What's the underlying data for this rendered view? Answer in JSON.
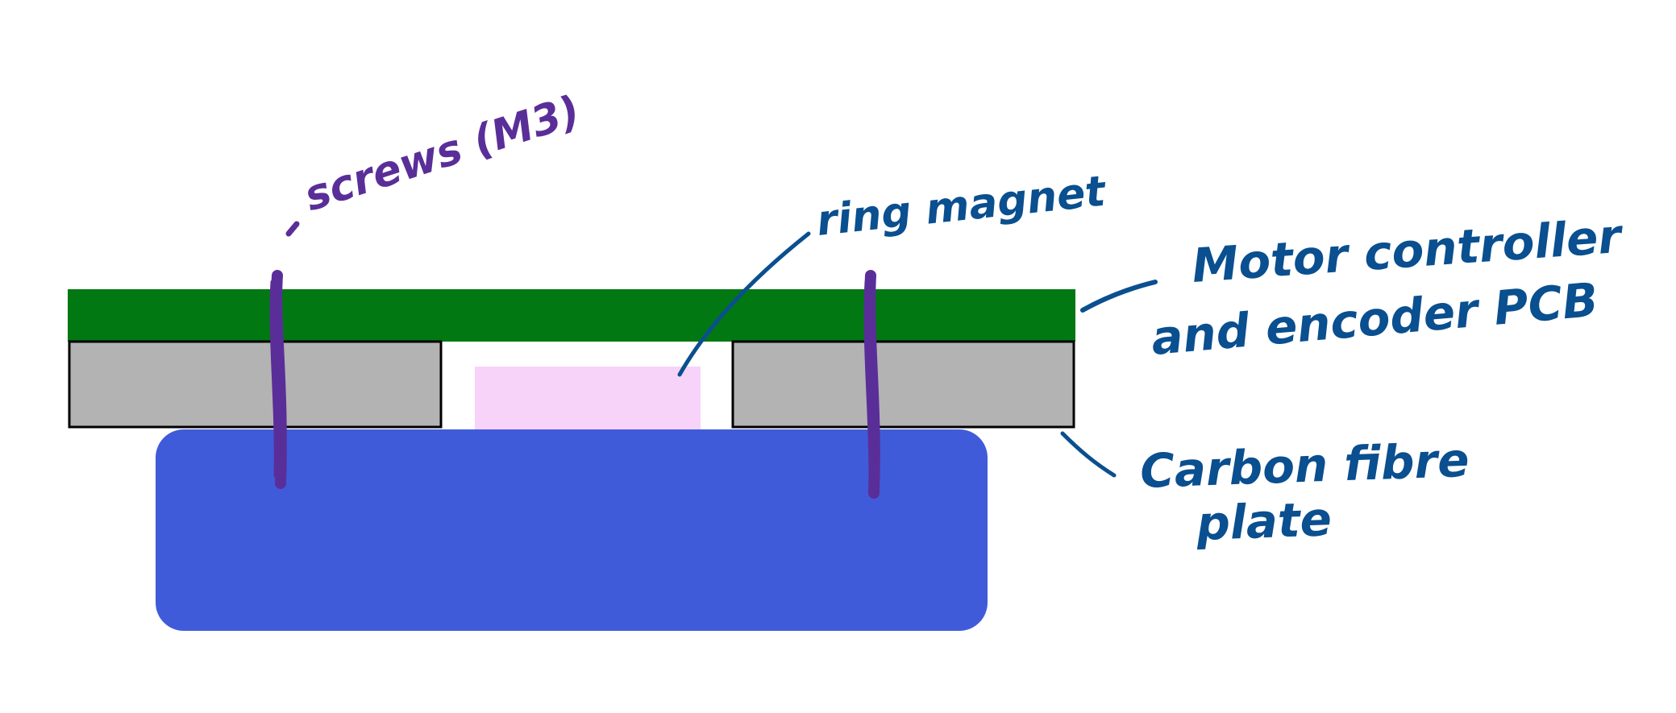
{
  "labels": {
    "screws": "screws (M3)",
    "ring_magnet": "ring magnet",
    "pcb_line1": "Motor controller",
    "pcb_line2": "and encoder PCB",
    "plate_line1": "Carbon fibre",
    "plate_line2": "plate"
  },
  "colors": {
    "pcb": "#027812",
    "plate": "#b3b3b3",
    "motor": "#405bd9",
    "magnet": "#f7d3fa",
    "screw": "#5a2e98",
    "label_blue": "#0a4f8f",
    "label_purple": "#5a2e98"
  }
}
